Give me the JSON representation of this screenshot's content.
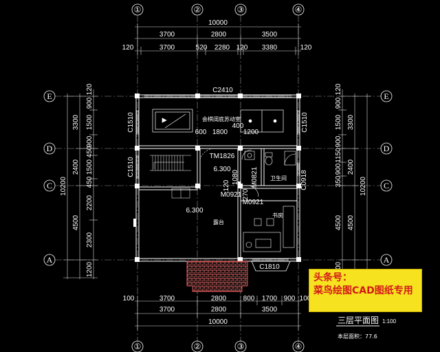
{
  "axes": {
    "col_labels": [
      "①",
      "②",
      "③",
      "④"
    ],
    "row_labels": [
      "E",
      "D",
      "C",
      "A"
    ]
  },
  "top_dims": {
    "total": "10000",
    "row2": [
      "3700",
      "2800",
      "3500"
    ],
    "row3": [
      "120",
      "3700",
      "520",
      "2280",
      "120",
      "3380",
      "120"
    ]
  },
  "bottom_dims": {
    "row1": [
      "100",
      "3700",
      "2800",
      "800",
      "1700",
      "900",
      "100"
    ],
    "row2": [
      "3700",
      "2800",
      "3500"
    ],
    "total": "10000"
  },
  "left_dims": {
    "outer_total": "10200",
    "mid": [
      "3300",
      "2400",
      "4500"
    ],
    "inner": [
      "120",
      "900",
      "1500",
      "900",
      "450",
      "1500",
      "450",
      "2200",
      "2300",
      "1200"
    ]
  },
  "right_dims": {
    "outer_total": "10200",
    "mid": [
      "3300",
      "2400",
      "4500"
    ],
    "inner": [
      "120",
      "900",
      "1500",
      "900",
      "1150",
      "900",
      "350",
      "4500",
      "1200"
    ]
  },
  "labels": {
    "window_top": "C2410",
    "window_left1": "C1510",
    "window_left2": "C1510",
    "window_right": "C1510",
    "room_activity": "会棋阔底苏动室",
    "dim_600": "600",
    "dim_1800": "1800",
    "dim_400": "400",
    "dim_1200": "1200",
    "door_tm": "TM1826",
    "elev1": "6.300",
    "elev2": "6.300",
    "door_m0921": "M0921",
    "door_m0821": "M0821",
    "door_m0921b": "M0921",
    "window_c0918": "C0918",
    "dim_1080": "1080",
    "dim_120": "120",
    "dim_270": "270",
    "bath": "卫生间",
    "balcony": "露台",
    "study": "书房",
    "window_bottom": "C1810"
  },
  "title": {
    "main": "三层平面图",
    "scale": "1:100",
    "area_label": "本层面积：77.6"
  },
  "watermark": {
    "line1": "头条号：",
    "line2": "菜鸟绘图CAD图纸专用"
  }
}
